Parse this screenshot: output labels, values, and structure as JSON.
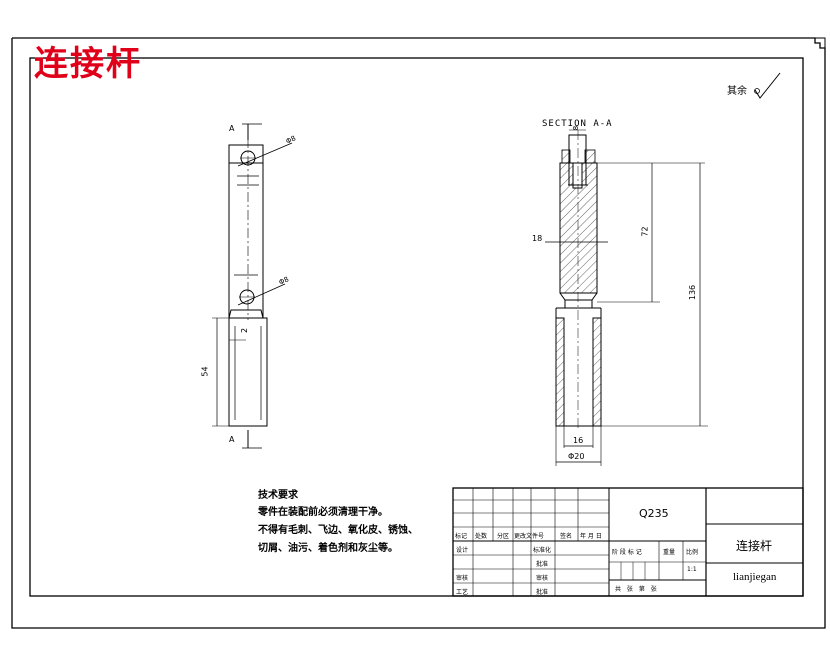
{
  "drawing_title_big": "连接杆",
  "roughness_note": "其余",
  "section_label": "SECTION A-A",
  "section_marks": [
    "A",
    "A"
  ],
  "dimensions": {
    "hole_top": "Φ8",
    "hole_bottom": "Φ8",
    "left_length": "54",
    "left_small": "2",
    "slot_width": "8",
    "section_width": "18",
    "length_72": "72",
    "length_136": "136",
    "bore_16": "16",
    "outer_dia": "Φ20"
  },
  "tech_requirements": {
    "heading": "技术要求",
    "lines": [
      "零件在装配前必须清理干净。",
      "不得有毛刺、飞边、氧化皮、锈蚀、",
      "切屑、油污、着色剂和灰尘等。"
    ]
  },
  "title_block": {
    "material": "Q235",
    "part_name_cn": "连接杆",
    "part_name_pinyin": "lianjiegan",
    "revision_headers": [
      "标记",
      "处数",
      "分区",
      "更改文件号",
      "签名",
      "年 月 日"
    ],
    "left_rows": [
      "设计",
      "审核",
      "工艺"
    ],
    "middle_rows": [
      "标准化",
      "批准",
      "审核",
      "批准"
    ],
    "stage_headers": [
      "阶 段 标 记",
      "重量",
      "比例"
    ],
    "scale": "1:1",
    "sheet_info": "共 张 第 张"
  }
}
